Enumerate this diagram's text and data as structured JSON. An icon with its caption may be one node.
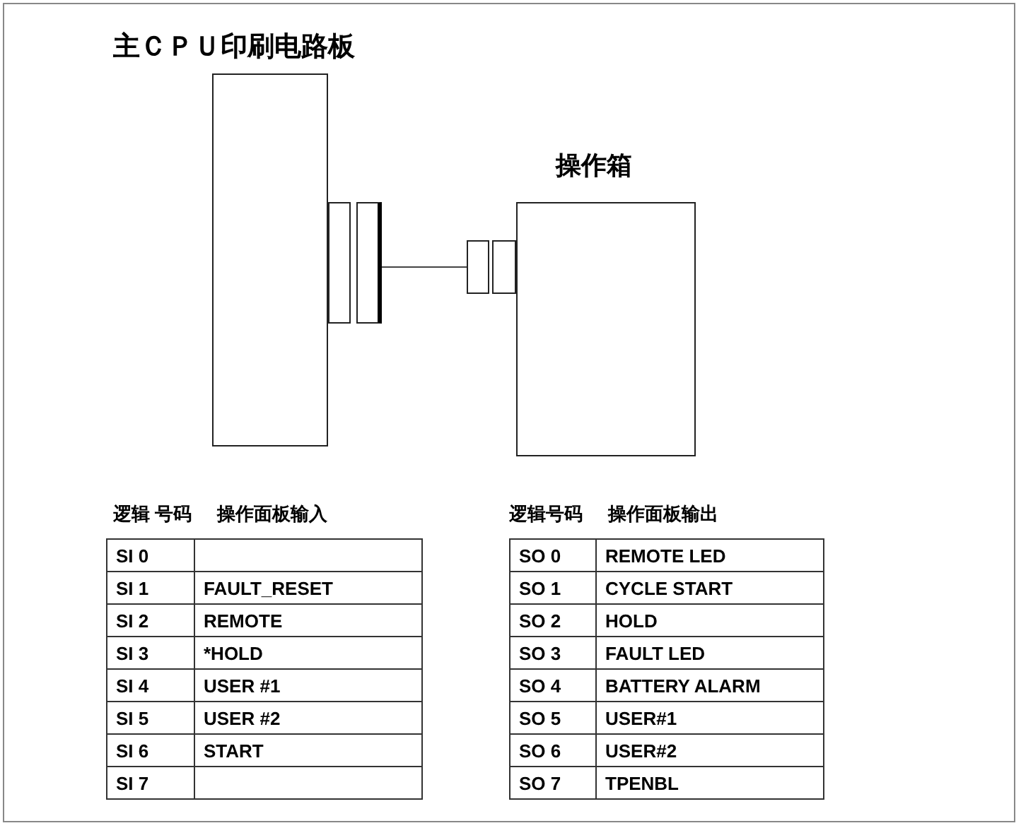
{
  "diagram": {
    "nodes": [
      {
        "text": [
          "主ＣＰＵ印刷电路板"
        ]
      },
      {
        "text": [],
        "shape": "box"
      },
      {
        "text": [],
        "shape": "box"
      },
      {
        "text": [
          "操作箱"
        ]
      },
      {
        "text": [],
        "shape": "box"
      },
      {
        "text": [],
        "shape": "box"
      }
    ],
    "edges": [
      {
        "from": 2,
        "to": 4,
        "arrow": "none"
      }
    ],
    "labels": [
      "逻辑 号码",
      "操作面板输入",
      "SI 0",
      "SI 1",
      "FAULT_RESET",
      "SI 2",
      "REMOTE",
      "SI 3",
      "*HOLD",
      "SI 4",
      "USER #1",
      "SI 5",
      "USER #2",
      "SI 6",
      "START",
      "SI 7",
      "逻辑号码",
      "操作面板输出",
      "SO 0",
      "REMOTE LED",
      "SO 1",
      "CYCLE START",
      "SO 2",
      "HOLD",
      "SO 3",
      "FAULT LED",
      "SO 4",
      "BATTERY ALARM",
      "SO 5",
      "USER#1",
      "SO 6",
      "USER#2",
      "SO 7",
      "TPENBL"
    ]
  }
}
